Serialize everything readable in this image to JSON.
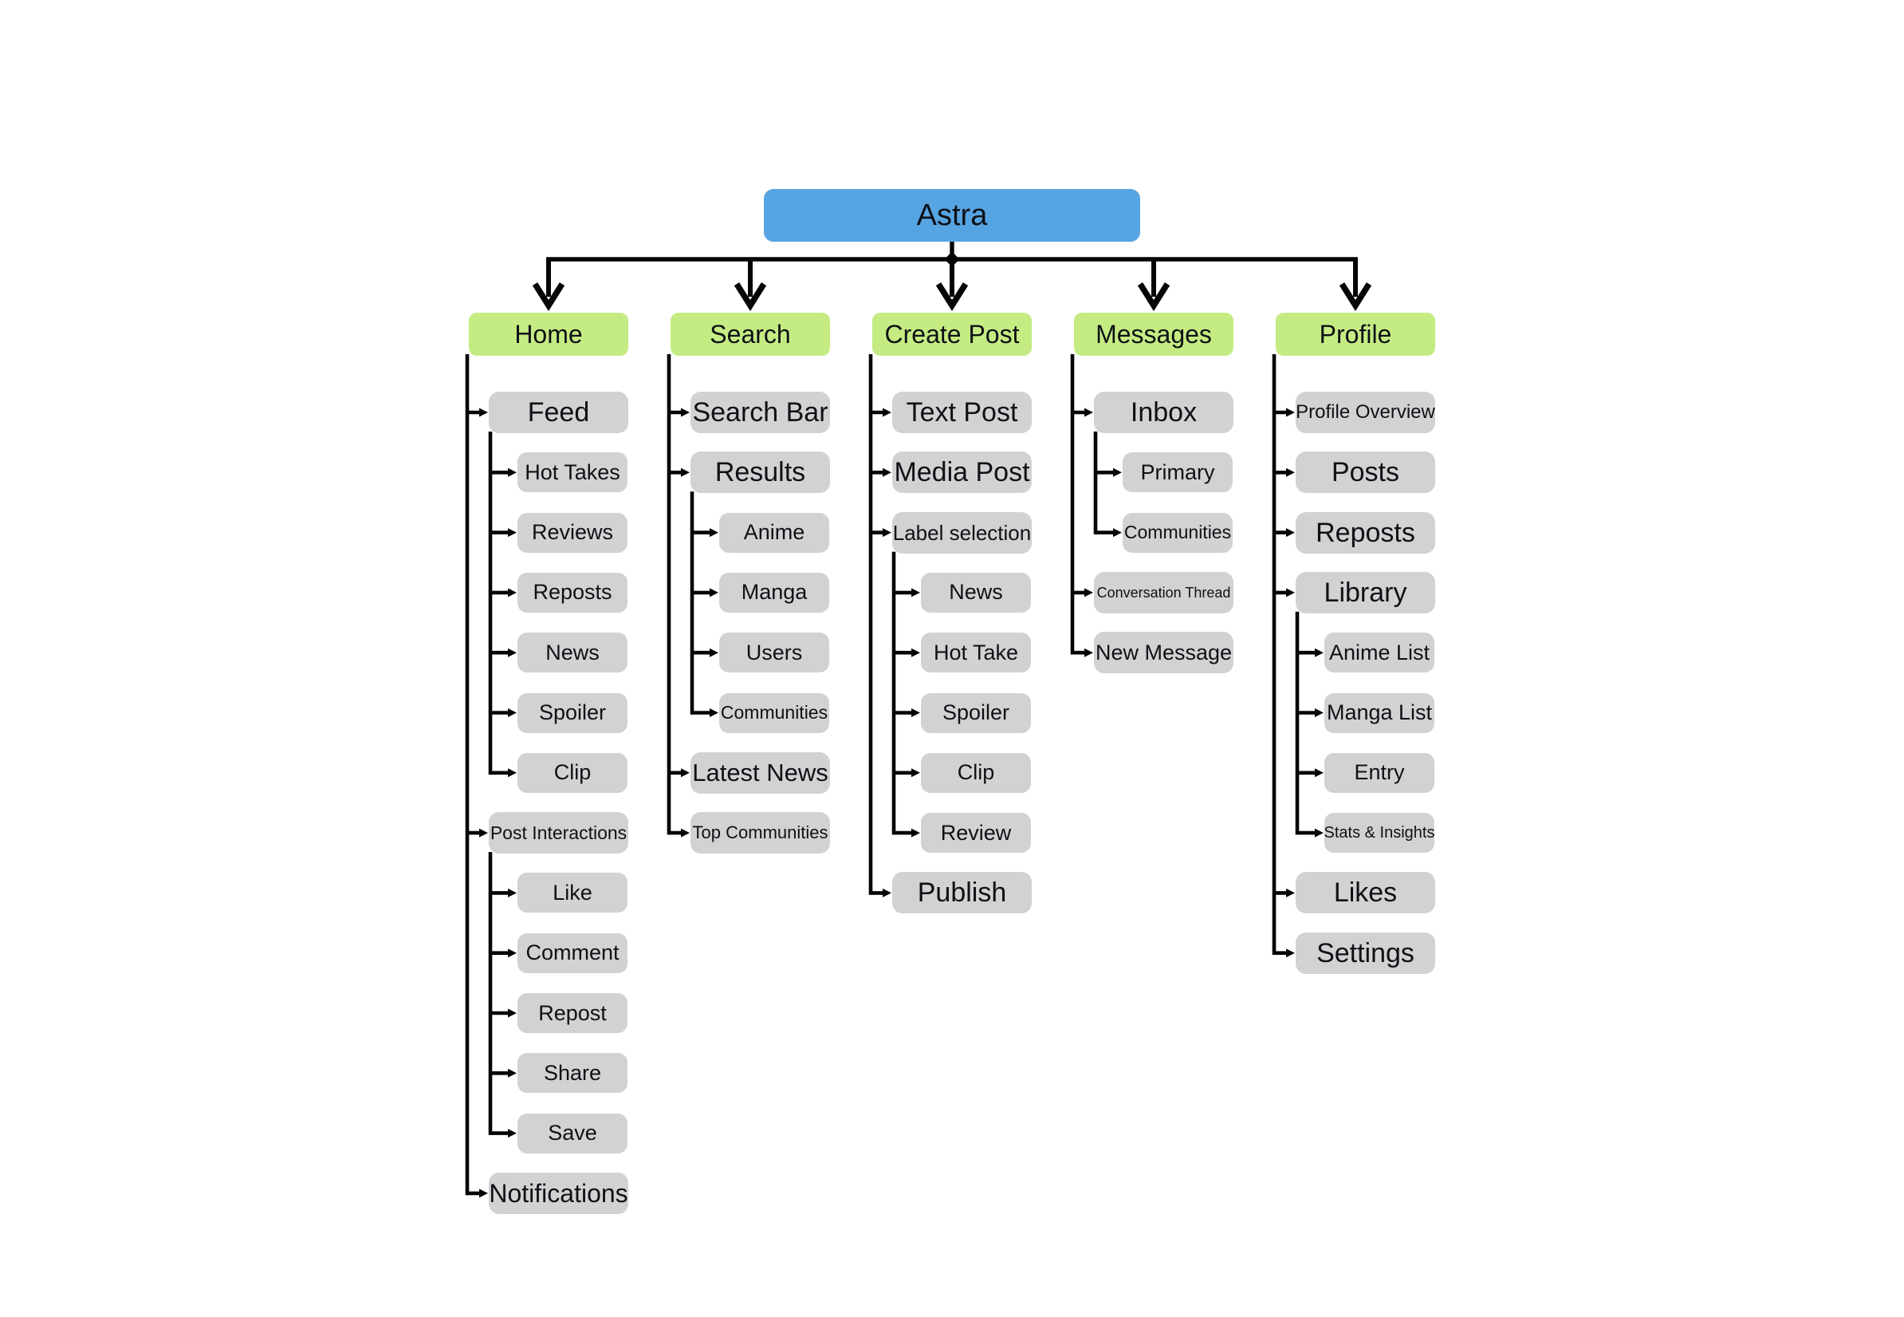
{
  "root": {
    "label": "Astra"
  },
  "colors": {
    "root_fill": "#57a4e2",
    "header_fill": "#c5ec83",
    "node_fill": "#d2d2d2",
    "line": "#050505",
    "text": "#0e1116",
    "background": "#ffffff"
  },
  "columns": [
    {
      "label": "Home",
      "children": [
        {
          "label": "Feed",
          "children": [
            {
              "label": "Hot Takes"
            },
            {
              "label": "Reviews"
            },
            {
              "label": "Reposts"
            },
            {
              "label": "News"
            },
            {
              "label": "Spoiler"
            },
            {
              "label": "Clip"
            }
          ]
        },
        {
          "label": "Post Interactions",
          "children": [
            {
              "label": "Like"
            },
            {
              "label": "Comment"
            },
            {
              "label": "Repost"
            },
            {
              "label": "Share"
            },
            {
              "label": "Save"
            }
          ]
        },
        {
          "label": "Notifications"
        }
      ]
    },
    {
      "label": "Search",
      "children": [
        {
          "label": "Search Bar"
        },
        {
          "label": "Results",
          "children": [
            {
              "label": "Anime"
            },
            {
              "label": "Manga"
            },
            {
              "label": "Users"
            },
            {
              "label": "Communities"
            }
          ]
        },
        {
          "label": "Latest News"
        },
        {
          "label": "Top Communities"
        }
      ]
    },
    {
      "label": "Create Post",
      "children": [
        {
          "label": "Text Post"
        },
        {
          "label": "Media Post"
        },
        {
          "label": "Label selection",
          "children": [
            {
              "label": "News"
            },
            {
              "label": "Hot Take"
            },
            {
              "label": "Spoiler"
            },
            {
              "label": "Clip"
            },
            {
              "label": "Review"
            }
          ]
        },
        {
          "label": "Publish"
        }
      ]
    },
    {
      "label": "Messages",
      "children": [
        {
          "label": "Inbox",
          "children": [
            {
              "label": "Primary"
            },
            {
              "label": "Communities"
            }
          ]
        },
        {
          "label": "Conversation Thread"
        },
        {
          "label": "New Message"
        }
      ]
    },
    {
      "label": "Profile",
      "children": [
        {
          "label": "Profile Overview"
        },
        {
          "label": "Posts"
        },
        {
          "label": "Reposts"
        },
        {
          "label": "Library",
          "children": [
            {
              "label": "Anime List"
            },
            {
              "label": "Manga List"
            },
            {
              "label": "Entry"
            },
            {
              "label": "Stats & Insights"
            }
          ]
        },
        {
          "label": "Likes"
        },
        {
          "label": "Settings"
        }
      ]
    }
  ]
}
